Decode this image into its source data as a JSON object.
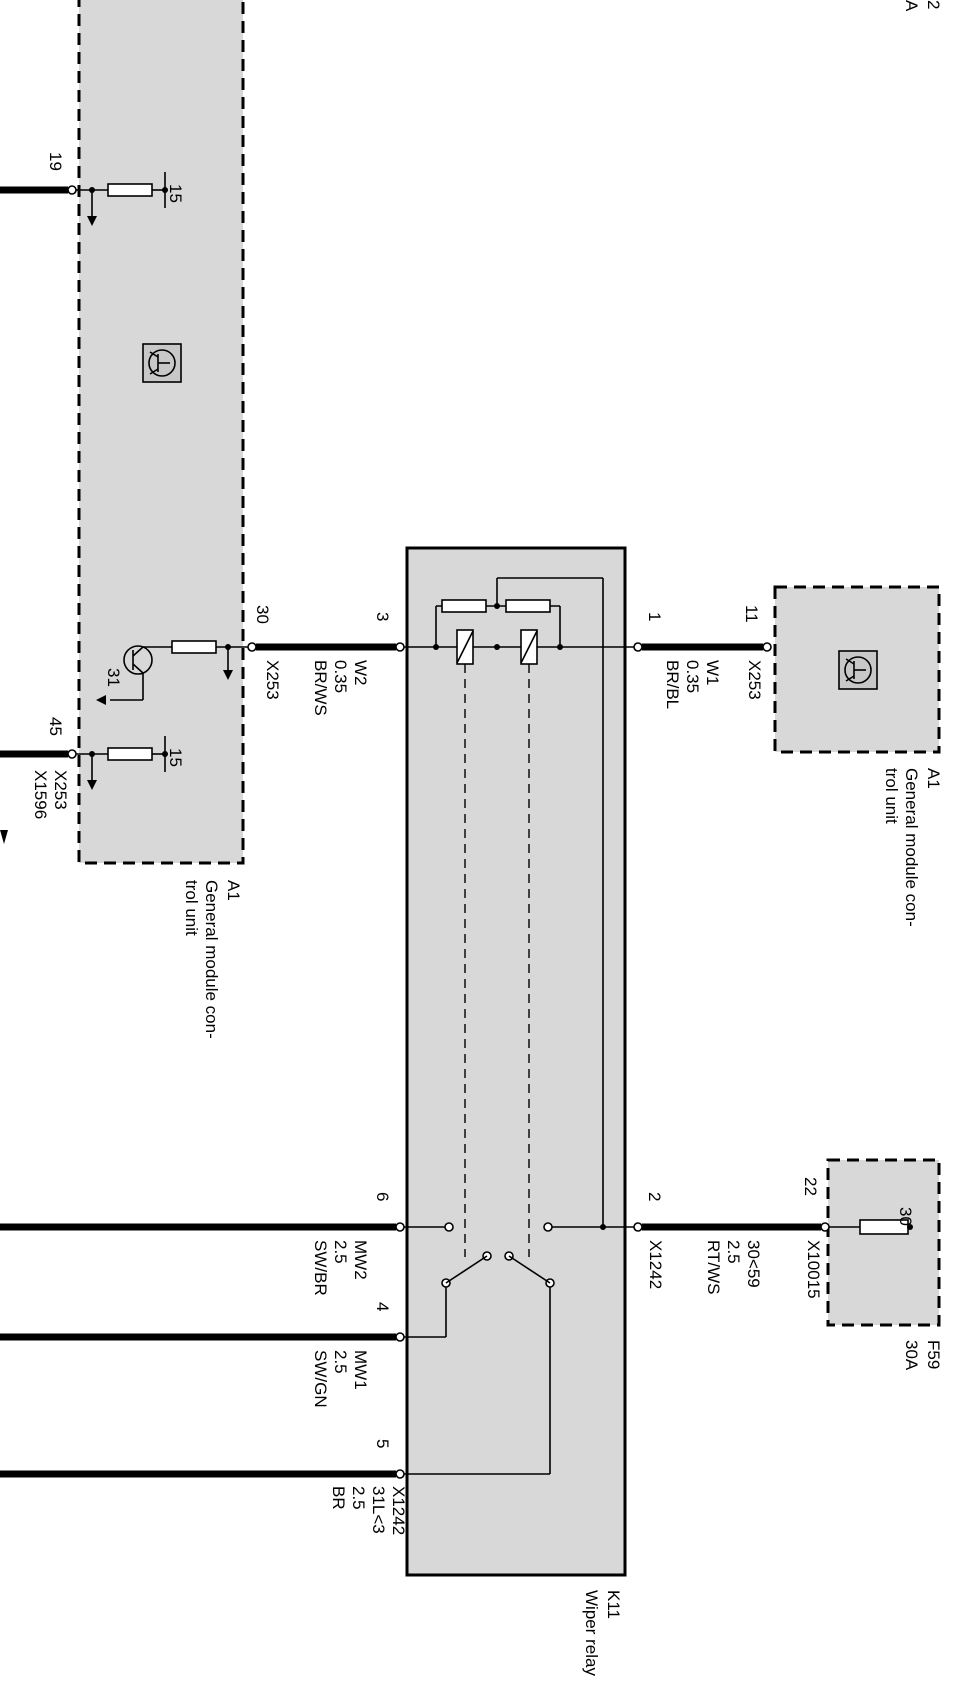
{
  "components": {
    "a1_top": {
      "ref": "A1",
      "name": "General module con-\ntrol unit"
    },
    "a1_bottom": {
      "ref": "A1",
      "name": "General module con-\ntrol unit"
    },
    "k11": {
      "ref": "K11",
      "name": "Wiper relay"
    },
    "f59": {
      "ref": "F59",
      "rating": "30A",
      "pin": "30"
    }
  },
  "pins": {
    "a1_top_11": "11",
    "a1_bottom_19": "19",
    "a1_bottom_30": "30",
    "a1_bottom_45": "45",
    "a1_bottom_15a": "15",
    "a1_bottom_15b": "15",
    "a1_bottom_31": "31",
    "k11_1": "1",
    "k11_2": "2",
    "k11_3": "3",
    "k11_4": "4",
    "k11_5": "5",
    "k11_6": "6",
    "f59_22": "22"
  },
  "wires": [
    {
      "id": "w1",
      "lines": [
        "X253",
        "W1",
        "0.35",
        "BR/BL"
      ]
    },
    {
      "id": "w2",
      "lines": [
        "W2",
        "0.35",
        "BR/WS",
        "X253"
      ]
    },
    {
      "id": "p2",
      "lines": [
        "X10015",
        "30<59",
        "2.5",
        "RT/WS",
        "X1242"
      ]
    },
    {
      "id": "mw2",
      "lines": [
        "MW2",
        "2.5",
        "SW/BR"
      ]
    },
    {
      "id": "mw1",
      "lines": [
        "MW1",
        "2.5",
        "SW/GN"
      ]
    },
    {
      "id": "l31",
      "lines": [
        "X1242",
        "31L<3",
        "2.5",
        "BR"
      ]
    },
    {
      "id": "x45",
      "lines": [
        "X253",
        "X1596"
      ]
    }
  ],
  "fragments": {
    "top_right_a": "2",
    "top_right_b": "A"
  }
}
